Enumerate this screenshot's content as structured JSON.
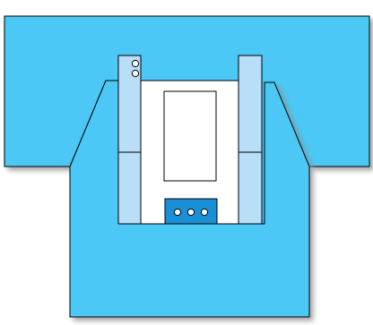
{
  "colors": {
    "background": "#ffffff",
    "drape_fill": "#4cc8f5",
    "outline": "#000000",
    "shadow": "#9a9a9a",
    "panel_fill": "#b9def8",
    "window_fill": "#ffffff",
    "port_fill": "#1a8fd6",
    "port_dot": "#ffffff"
  },
  "diagram": {
    "side_panel_count": 2,
    "side_panel_segments": 2,
    "left_panel_top_dots": 2,
    "bottom_port_dots": 3
  }
}
